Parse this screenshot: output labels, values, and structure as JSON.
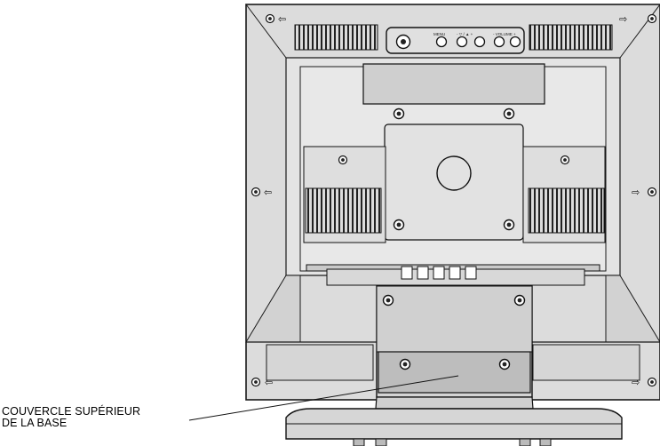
{
  "callout": {
    "line1": "COUVERCLE SUPÉRIEUR",
    "line2": "DE LA BASE"
  },
  "control_panel": {
    "labels": [
      "MENU",
      "- ▽ / ▲ +",
      "- VOLUME +"
    ]
  },
  "colors": {
    "housing": "#dcdcdc",
    "inner_panel": "#e6e6e6",
    "recess": "#c8c8c8",
    "stand_cover": "#c2c2c2",
    "outline": "#1a1a1a"
  }
}
